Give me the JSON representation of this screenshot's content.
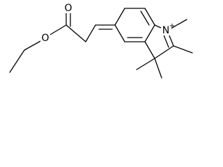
{
  "molecule": {
    "atoms": {
      "carbonyl_oxygen": {
        "symbol": "O"
      },
      "ester_oxygen": {
        "symbol": "O"
      },
      "indolium_nitrogen": {
        "symbol": "N",
        "charge": "+"
      }
    },
    "colors": {
      "ink": "#000000",
      "background": "#ffffff"
    }
  }
}
